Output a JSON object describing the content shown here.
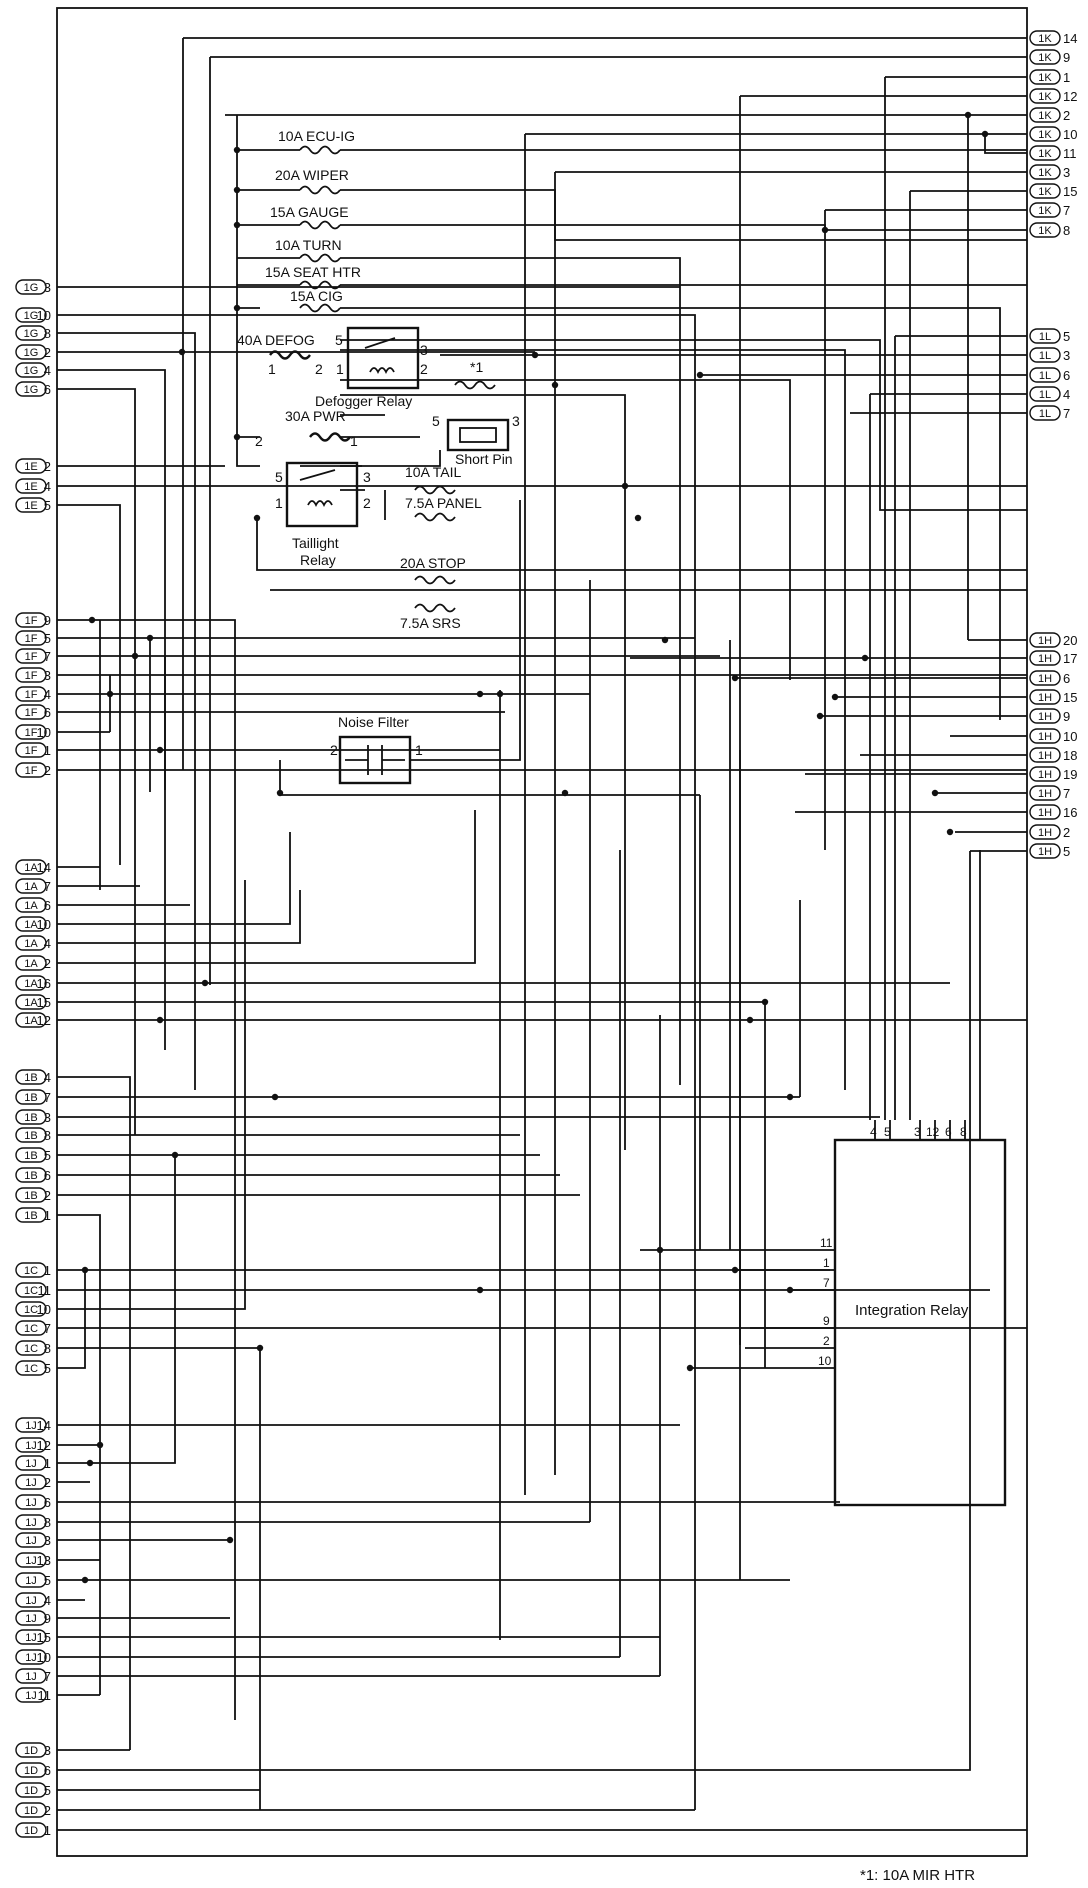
{
  "connectors": {
    "left": [
      {
        "id": "1G",
        "pins": [
          "3",
          "10",
          "8",
          "2",
          "4",
          "6"
        ]
      },
      {
        "id": "1E",
        "pins": [
          "2",
          "4",
          "5"
        ]
      },
      {
        "id": "1F",
        "pins": [
          "9",
          "5",
          "7",
          "3",
          "4",
          "6",
          "10",
          "1",
          "2"
        ]
      },
      {
        "id": "1A",
        "pins": [
          "14",
          "7",
          "6",
          "10",
          "4",
          "2",
          "16",
          "15",
          "12"
        ]
      },
      {
        "id": "1B",
        "pins": [
          "4",
          "7",
          "3",
          "8",
          "5",
          "6",
          "2",
          "1"
        ]
      },
      {
        "id": "1C",
        "pins": [
          "1",
          "11",
          "10",
          "7",
          "8",
          "5"
        ]
      },
      {
        "id": "1J",
        "pins": [
          "14",
          "12",
          "1",
          "2",
          "6",
          "8",
          "3",
          "13",
          "5",
          "4",
          "9",
          "15",
          "10",
          "7",
          "11"
        ]
      },
      {
        "id": "1D",
        "pins": [
          "3",
          "6",
          "5",
          "2",
          "1"
        ]
      }
    ],
    "right": [
      {
        "id": "1K",
        "pins": [
          "14",
          "9",
          "1",
          "12",
          "2",
          "10",
          "11",
          "3",
          "15",
          "7",
          "8"
        ]
      },
      {
        "id": "1L",
        "pins": [
          "5",
          "3",
          "6",
          "4",
          "7"
        ]
      },
      {
        "id": "1H",
        "pins": [
          "20",
          "17",
          "6",
          "15",
          "9",
          "10",
          "18",
          "19",
          "7",
          "16",
          "2",
          "5"
        ]
      }
    ]
  },
  "fuses": [
    {
      "label": "10A ECU-IG"
    },
    {
      "label": "20A WIPER"
    },
    {
      "label": "15A GAUGE"
    },
    {
      "label": "10A TURN"
    },
    {
      "label": "15A SEAT HTR"
    },
    {
      "label": "15A CIG"
    },
    {
      "label": "40A DEFOG"
    },
    {
      "label": "30A PWR"
    },
    {
      "label": "10A TAIL"
    },
    {
      "label": "7.5A PANEL"
    },
    {
      "label": "20A STOP"
    },
    {
      "label": "7.5A SRS"
    },
    {
      "label": "*1"
    }
  ],
  "relays": {
    "defogger": {
      "name": "Defogger Relay",
      "pins": [
        "5",
        "3",
        "1",
        "2",
        "1",
        "2"
      ]
    },
    "taillight": {
      "name_line1": "Taillight",
      "name_line2": "Relay",
      "pins": [
        "5",
        "3",
        "1",
        "2"
      ]
    },
    "integration": {
      "name": "Integration Relay",
      "top_pins": [
        "4",
        "5",
        "3",
        "12",
        "6",
        "8"
      ],
      "left_pins": [
        "11",
        "1",
        "7",
        "9",
        "2",
        "10"
      ]
    }
  },
  "short_pin": {
    "label": "Short Pin",
    "pins": [
      "5",
      "3"
    ]
  },
  "pwr_pins": [
    "2",
    "1"
  ],
  "noise_filter": {
    "label": "Noise Filter",
    "pins": [
      "2",
      "1"
    ]
  },
  "footnote": "*1: 10A MIR HTR"
}
